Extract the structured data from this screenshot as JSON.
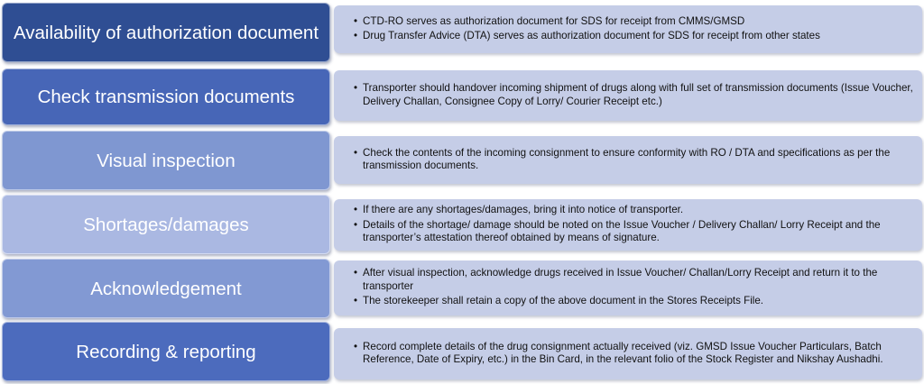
{
  "steps": [
    {
      "title": "Availability of authorization document",
      "color": "#2f4e93",
      "details": [
        "CTD-RO serves as authorization document for SDS for receipt from CMMS/GMSD",
        "Drug Transfer Advice (DTA) serves as authorization document for SDS for receipt from other states"
      ]
    },
    {
      "title": "Check transmission documents",
      "color": "#4766b7",
      "details": [
        "Transporter should handover incoming shipment of drugs along with full set of transmission documents  (Issue Voucher, Delivery Challan, Consignee Copy of Lorry/ Courier Receipt etc.)"
      ]
    },
    {
      "title": "Visual inspection",
      "color": "#7f97d1",
      "details": [
        "Check the contents of the incoming consignment to ensure conformity with RO / DTA and specifications as per the transmission documents."
      ]
    },
    {
      "title": "Shortages/damages",
      "color": "#aab8e2",
      "details": [
        "If there are any shortages/damages, bring it into notice of transporter.",
        "Details of the shortage/ damage should be noted on the Issue Voucher / Delivery Challan/ Lorry Receipt and the transporter’s attestation thereof obtained by means of signature."
      ]
    },
    {
      "title": "Acknowledgement",
      "color": "#8299d3",
      "details": [
        "After visual inspection, acknowledge drugs received in Issue Voucher/ Challan/Lorry Receipt and return it to the transporter",
        "The storekeeper shall retain a copy of the above document in the Stores Receipts File."
      ]
    },
    {
      "title": "Recording & reporting",
      "color": "#4c6bbd",
      "details": [
        "Record complete details of the drug consignment actually received (viz. GMSD Issue Voucher Particulars, Batch Reference, Date of Expiry, etc.) in the Bin Card, in the relevant folio of the Stock Register and Nikshay Aushadhi."
      ]
    }
  ]
}
